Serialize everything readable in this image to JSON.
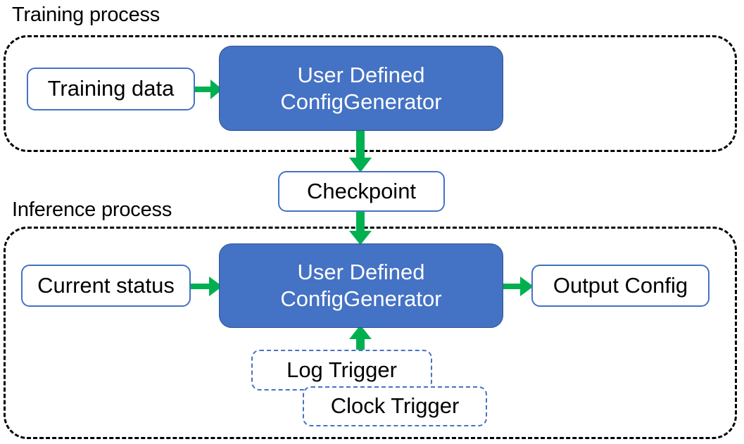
{
  "diagram": {
    "type": "flowchart",
    "sections": [
      {
        "id": "training",
        "title": "Training process"
      },
      {
        "id": "inference",
        "title": "Inference process"
      }
    ],
    "nodes": {
      "training_data": "Training data",
      "generator_training_line1": "User Defined",
      "generator_training_line2": "ConfigGenerator",
      "checkpoint": "Checkpoint",
      "current_status": "Current status",
      "generator_inference_line1": "User Defined",
      "generator_inference_line2": "ConfigGenerator",
      "output_config": "Output Config",
      "log_trigger": "Log Trigger",
      "clock_trigger": "Clock Trigger"
    },
    "colors": {
      "process_fill": "#4472C4",
      "process_border": "#2F528F",
      "node_border": "#4472C4",
      "arrow": "#00B050",
      "group_border": "#000000",
      "text_dark": "#000000",
      "text_light": "#FFFFFF",
      "background": "#FFFFFF"
    },
    "edges": [
      {
        "from": "training_data",
        "to": "generator_training",
        "direction": "right"
      },
      {
        "from": "generator_training",
        "to": "checkpoint",
        "direction": "down"
      },
      {
        "from": "checkpoint",
        "to": "generator_inference",
        "direction": "down"
      },
      {
        "from": "current_status",
        "to": "generator_inference",
        "direction": "right"
      },
      {
        "from": "generator_inference",
        "to": "output_config",
        "direction": "right"
      },
      {
        "from": "log_trigger",
        "to": "generator_inference",
        "direction": "up"
      }
    ]
  }
}
